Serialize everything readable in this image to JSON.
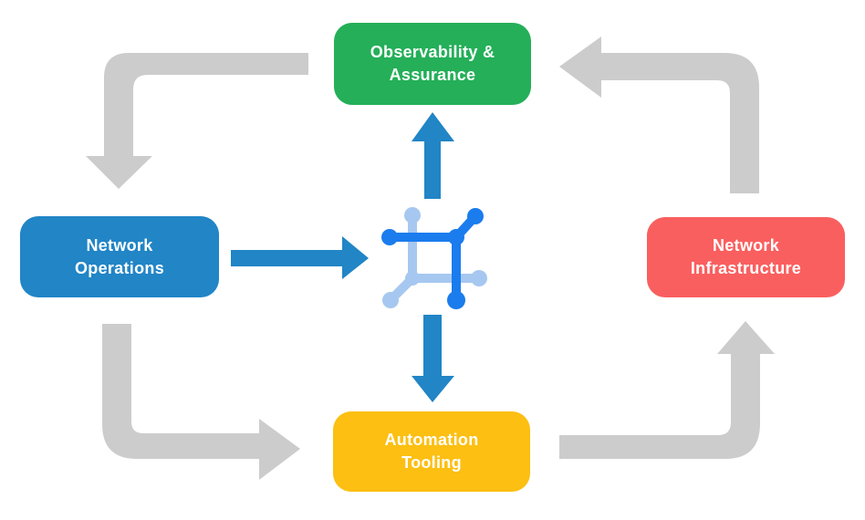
{
  "diagram": {
    "nodes": {
      "observability": {
        "line1": "Observability &",
        "line2": "Assurance",
        "color": "#24AF58"
      },
      "operations": {
        "line1": "Network",
        "line2": "Operations",
        "color": "#2185C6"
      },
      "infrastructure": {
        "line1": "Network",
        "line2": "Infrastructure",
        "color": "#FA5F5F"
      },
      "automation": {
        "line1": "Automation",
        "line2": "Tooling",
        "color": "#FCBF12"
      }
    },
    "center_icon": "network-mesh-icon",
    "colors": {
      "gray_arrow": "#CCCCCC",
      "blue_arrow": "#2185C6",
      "icon_dark_blue": "#1B7CED",
      "icon_light_blue": "#A6C8F0"
    }
  }
}
